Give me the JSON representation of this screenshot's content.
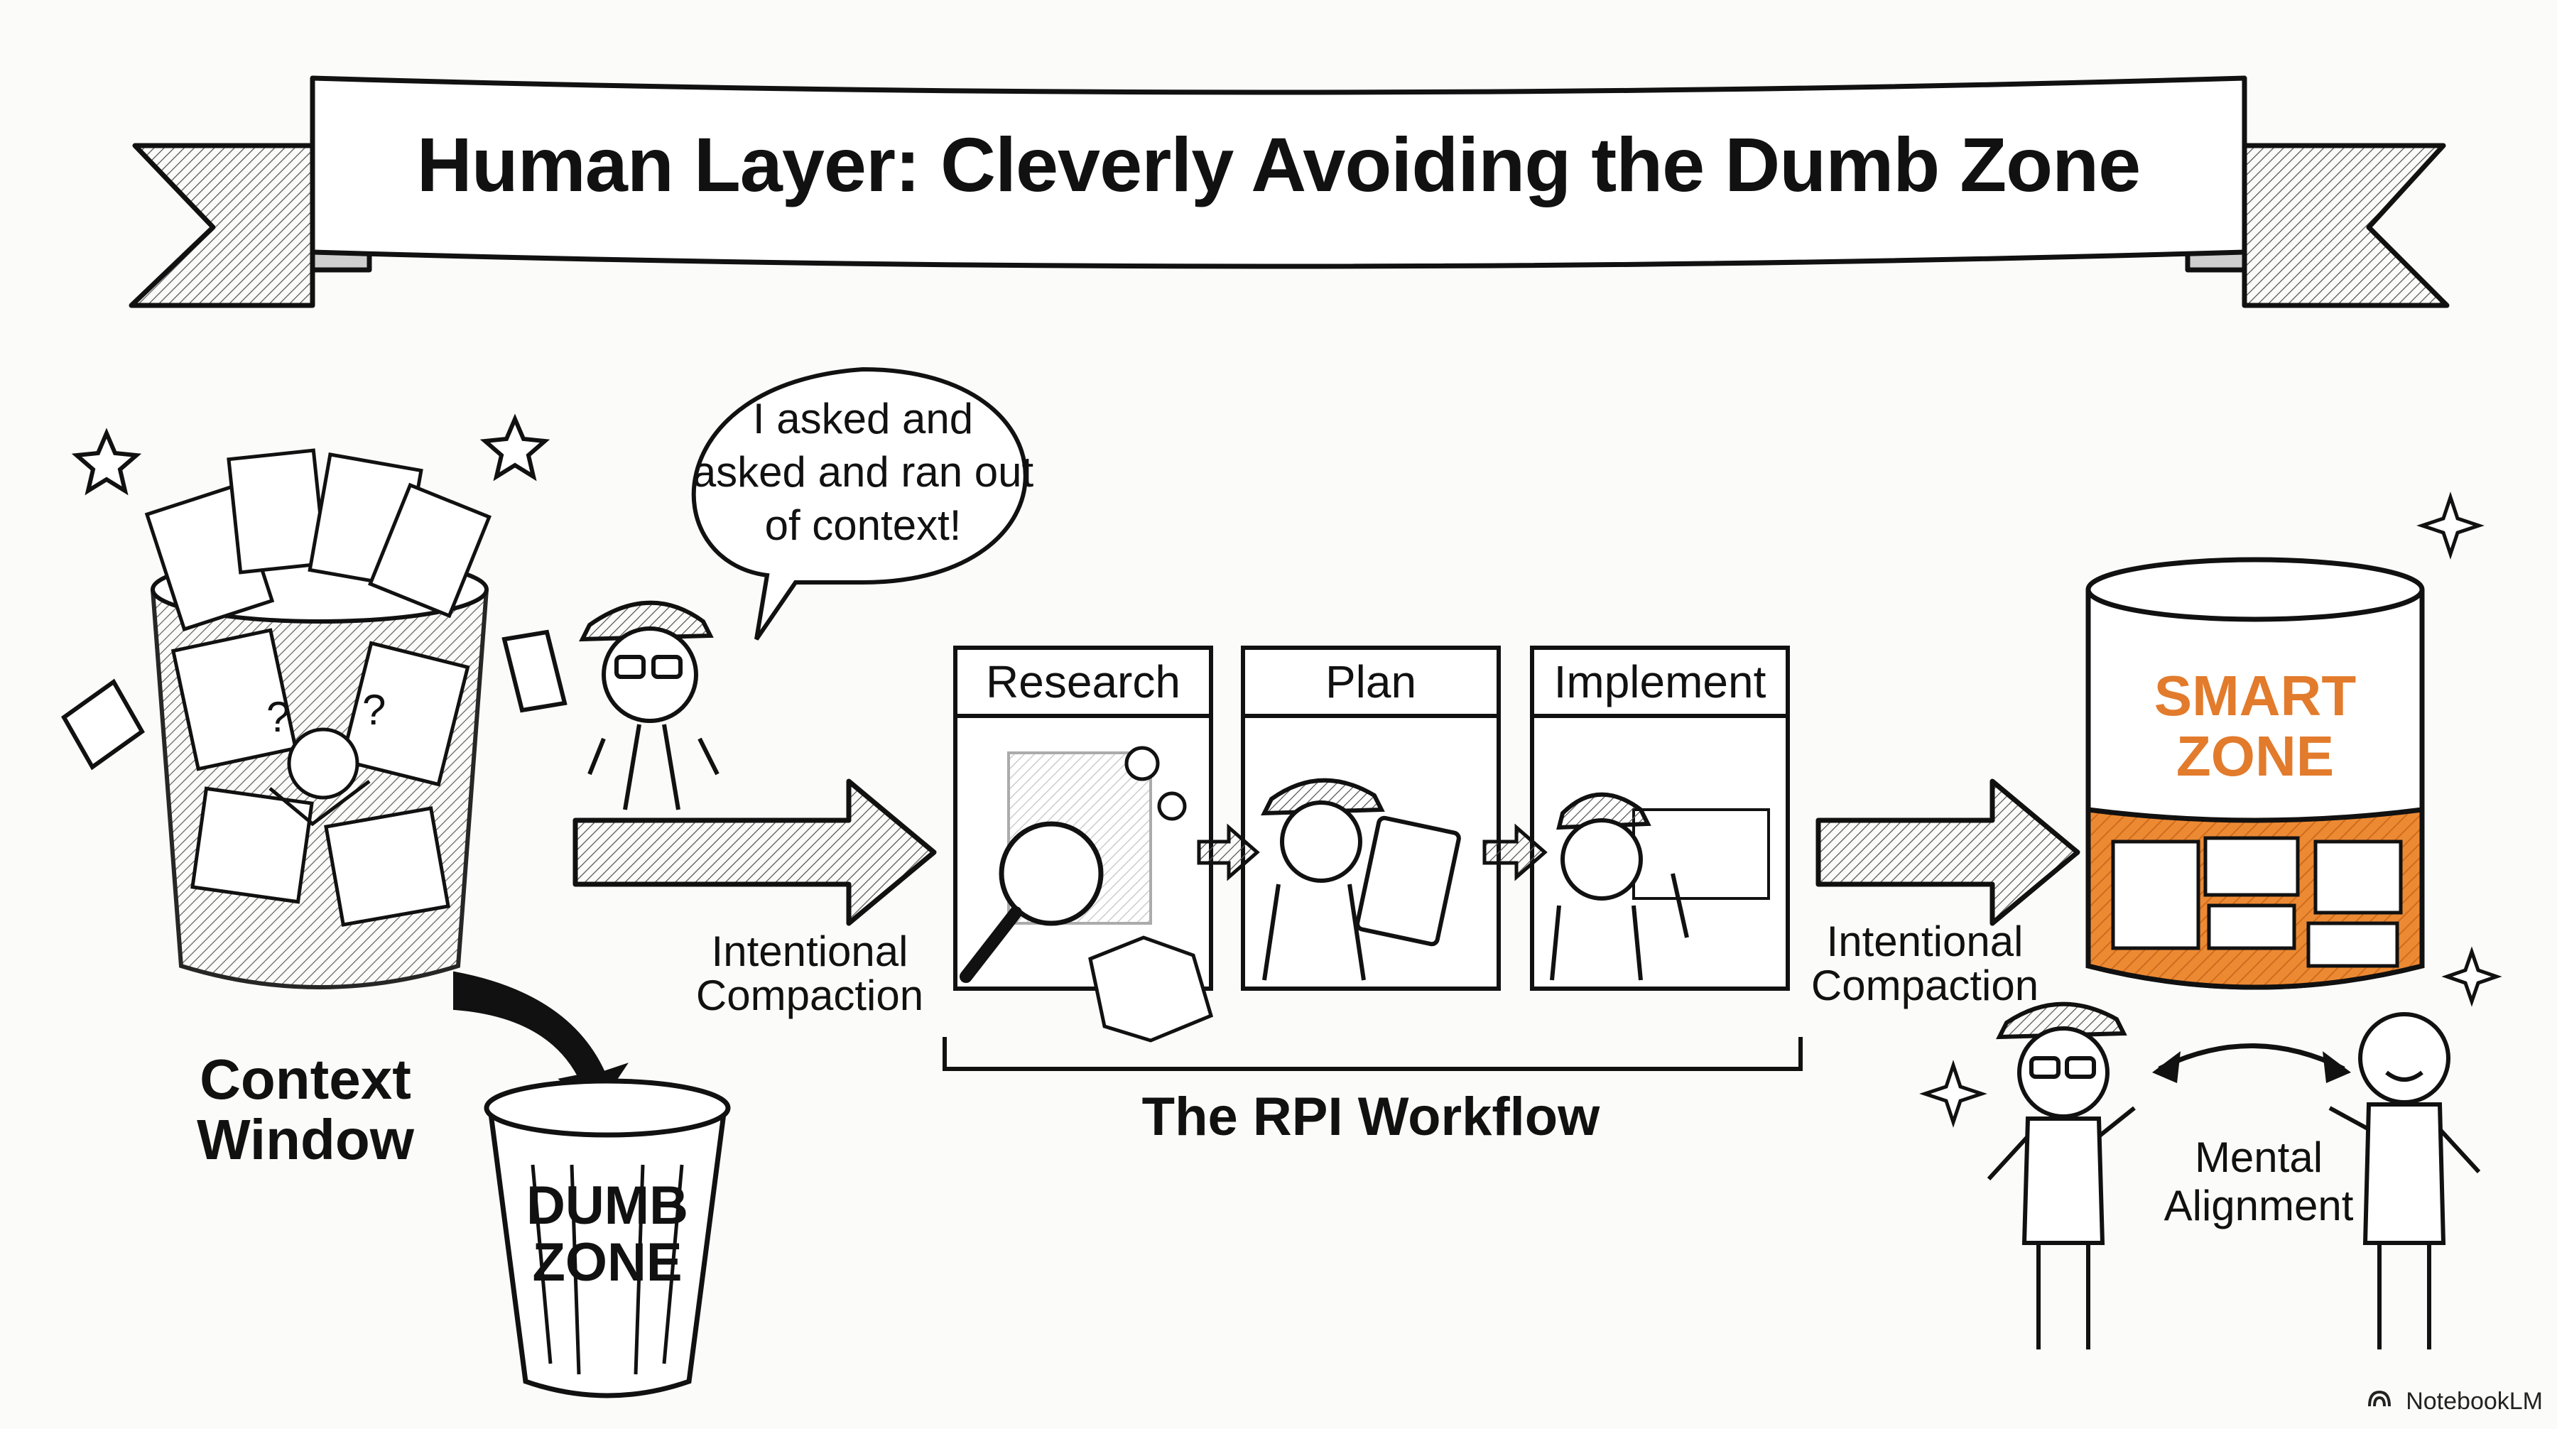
{
  "title": "Human Layer: Cleverly Avoiding the Dumb Zone",
  "speech_bubble": {
    "lines": [
      "I asked and",
      "asked and ran out",
      "of context!"
    ]
  },
  "context_window": {
    "label_line1": "Context",
    "label_line2": "Window"
  },
  "dumb_zone": {
    "line1": "DUMB",
    "line2": "ZONE"
  },
  "compaction_left": {
    "line1": "Intentional",
    "line2": "Compaction"
  },
  "compaction_right": {
    "line1": "Intentional",
    "line2": "Compaction"
  },
  "workflow": {
    "steps": [
      "Research",
      "Plan",
      "Implement"
    ],
    "caption": "The RPI Workflow"
  },
  "smart_zone": {
    "line1": "SMART",
    "line2": "ZONE",
    "accent_color": "#e27b2c"
  },
  "mental_alignment": {
    "line1": "Mental",
    "line2": "Alignment"
  },
  "brand": {
    "icon": "notebooklm-logo-icon",
    "name": "NotebookLM"
  }
}
